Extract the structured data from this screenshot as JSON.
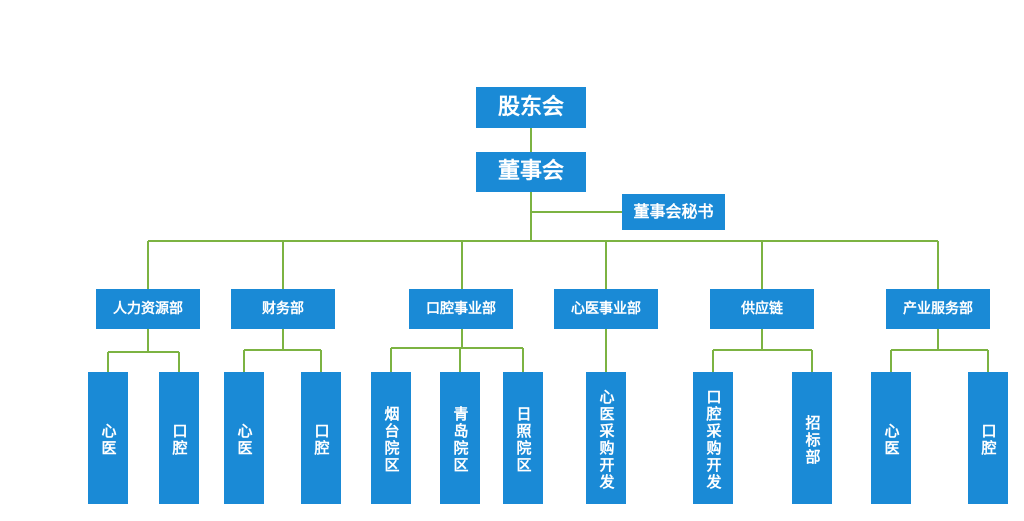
{
  "diagram": {
    "root": "股东会",
    "board": "董事会",
    "secretary": "董事会秘书",
    "departments": [
      {
        "label": "人力资源部",
        "children": [
          "心医",
          "口腔"
        ]
      },
      {
        "label": "财务部",
        "children": [
          "心医",
          "口腔"
        ]
      },
      {
        "label": "口腔事业部",
        "children": [
          "烟台院区",
          "青岛院区",
          "日照院区"
        ]
      },
      {
        "label": "心医事业部",
        "children": [
          "心医采购开发"
        ]
      },
      {
        "label": "供应链",
        "children": [
          "口腔采购开发",
          "招标部"
        ]
      },
      {
        "label": "产业服务部",
        "children": [
          "心医",
          "口腔"
        ]
      }
    ]
  },
  "colors": {
    "box": "#1a8ad6",
    "line": "#7cb342",
    "text": "#ffffff"
  }
}
